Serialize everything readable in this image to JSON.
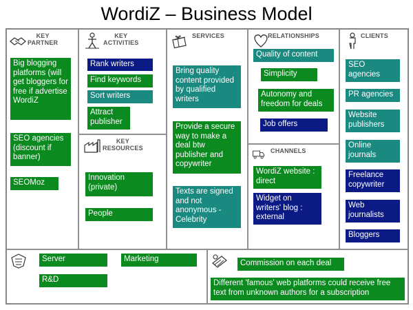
{
  "title": "WordiZ – Business Model",
  "colors": {
    "green": "#0b8a1f",
    "teal": "#1a8a80",
    "navy": "#0c1a86"
  },
  "sections": {
    "key_partner": {
      "header": "KEY\nPARTNER",
      "icon": "partner-handshake-icon",
      "notes": [
        "Big blogging platforms (will get bloggers for free if advertise WordiZ",
        "SEO agencies (discount if banner)",
        "SEOMoz"
      ]
    },
    "key_activities": {
      "header": "KEY\nACTIVITIES",
      "icon": "activities-figure-icon",
      "notes": [
        "Rank writers",
        "Find keywords",
        "Sort writers",
        "Attract publisher"
      ]
    },
    "key_resources": {
      "header": "KEY\nRESOURCES",
      "icon": "resources-factory-icon",
      "notes": [
        "Innovation (private)",
        "People"
      ]
    },
    "services": {
      "header": "SERVICES",
      "icon": "services-gift-icon",
      "notes": [
        "Bring quality content provided by qualified writers",
        "Provide a secure way to make a deal btw publisher and copywriter",
        "Texts are signed and not anonymous - Celebrity"
      ]
    },
    "relationships": {
      "header": "RELATIONSHIPS",
      "icon": "relationships-heart-icon",
      "notes": [
        "Quality of content",
        "Simplicity",
        "Autonomy and freedom for deals",
        "Job offers"
      ]
    },
    "channels": {
      "header": "CHANNELS",
      "icon": "channels-truck-icon",
      "notes": [
        "WordiZ website : direct",
        "Widget on writers' blog : external"
      ]
    },
    "clients": {
      "header": "CLIENTS",
      "icon": "clients-person-icon",
      "notes": [
        "SEO agencies",
        "PR agencies",
        "Website publishers",
        "Online journals",
        "Freelance copywriter",
        "Web journalists",
        "Bloggers"
      ]
    },
    "costs": {
      "icon": "costs-tag-icon",
      "notes": [
        "Server",
        "Marketing",
        "R&D"
      ]
    },
    "revenue": {
      "icon": "revenue-money-icon",
      "notes": [
        "Commission on each deal",
        "Different 'famous' web platforms could receive free text from unknown authors for a subscription"
      ]
    }
  }
}
